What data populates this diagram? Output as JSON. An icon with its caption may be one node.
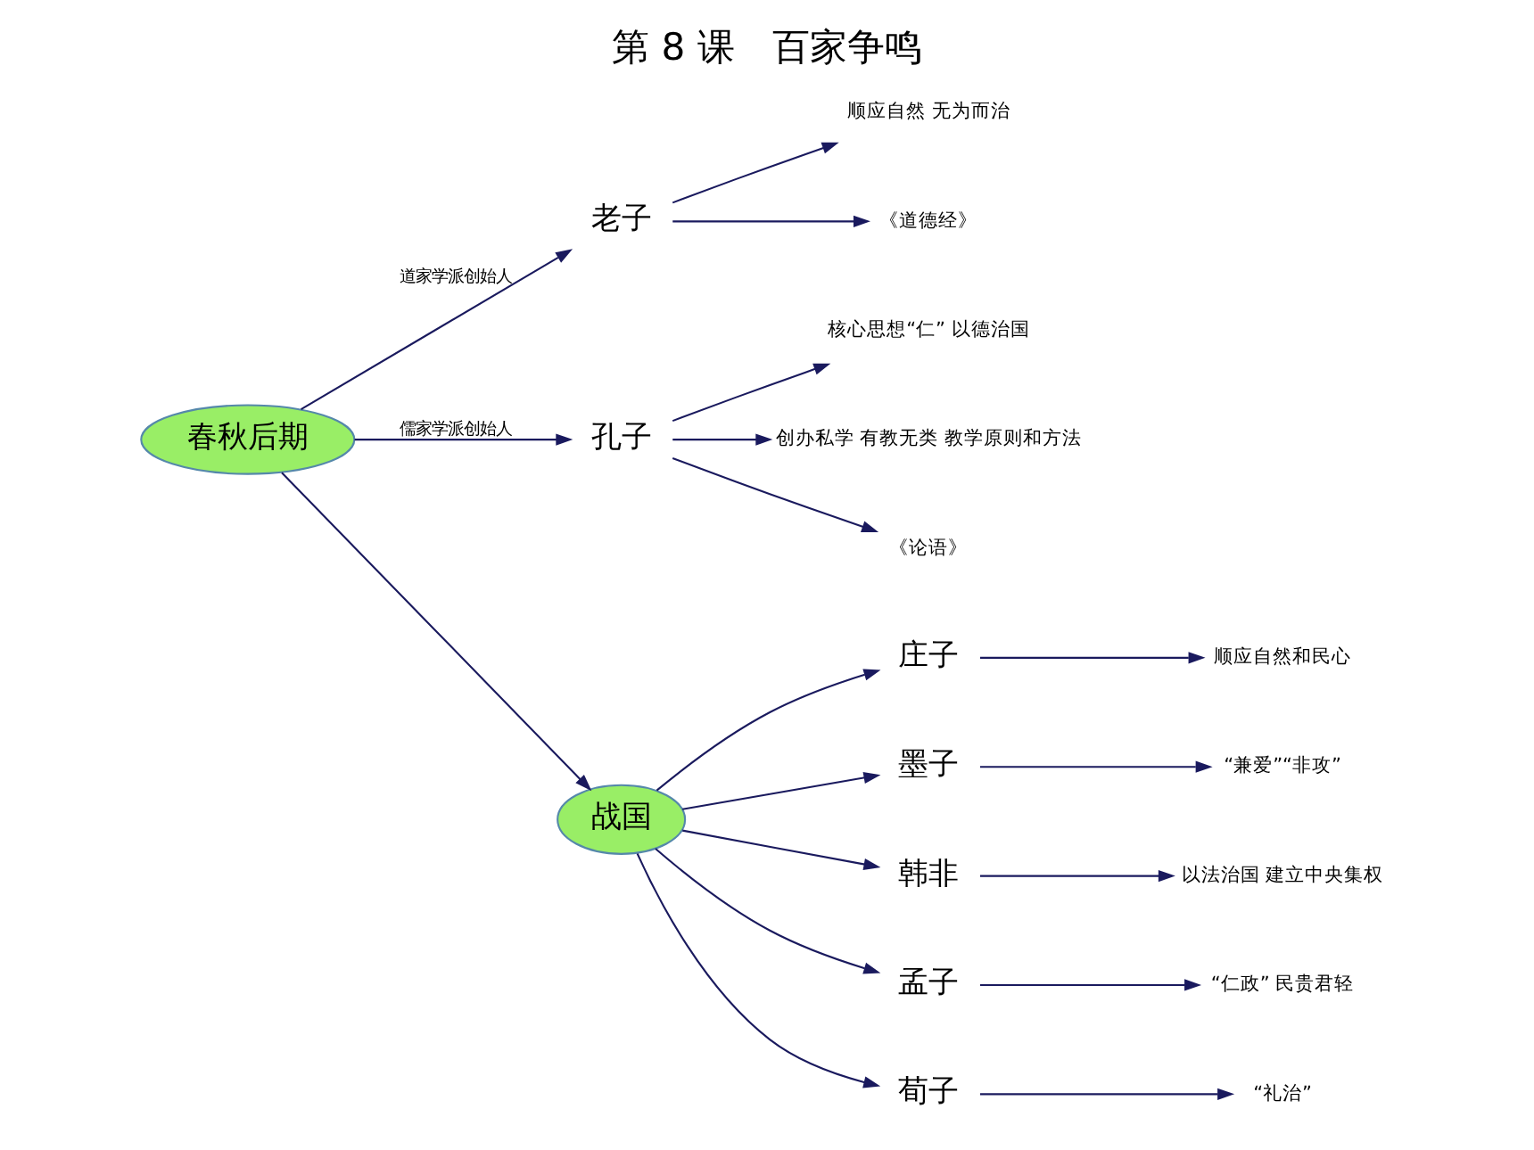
{
  "diagram": {
    "title": "第 8 课　百家争鸣",
    "nodes": [
      {
        "text": [
          "春秋后期"
        ]
      },
      {
        "text": [
          "老子"
        ]
      },
      {
        "text": [
          "顺应自然 无为而治"
        ]
      },
      {
        "text": [
          "《道德经》"
        ]
      },
      {
        "text": [
          "孔子"
        ]
      },
      {
        "text": [
          "核心思想“仁” 以德治国"
        ]
      },
      {
        "text": [
          "创办私学 有教无类 教学原则和方法"
        ]
      },
      {
        "text": [
          "《论语》"
        ]
      },
      {
        "text": [
          "战国"
        ]
      },
      {
        "text": [
          "庄子"
        ]
      },
      {
        "text": [
          "顺应自然和民心"
        ]
      },
      {
        "text": [
          "墨子"
        ]
      },
      {
        "text": [
          "“兼爱”“非攻”"
        ]
      },
      {
        "text": [
          "韩非"
        ]
      },
      {
        "text": [
          "以法治国 建立中央集权"
        ]
      },
      {
        "text": [
          "孟子"
        ]
      },
      {
        "text": [
          "“仁政” 民贵君轻"
        ]
      },
      {
        "text": [
          "荀子"
        ]
      },
      {
        "text": [
          "“礼治”"
        ]
      }
    ],
    "edges": [
      {
        "from": 0,
        "to": 1,
        "arrow": "to",
        "label": "道家学派创始人"
      },
      {
        "from": 1,
        "to": 2,
        "arrow": "to"
      },
      {
        "from": 1,
        "to": 3,
        "arrow": "to"
      },
      {
        "from": 0,
        "to": 4,
        "arrow": "to",
        "label": "儒家学派创始人"
      },
      {
        "from": 4,
        "to": 5,
        "arrow": "to"
      },
      {
        "from": 4,
        "to": 6,
        "arrow": "to"
      },
      {
        "from": 4,
        "to": 7,
        "arrow": "to"
      },
      {
        "from": 0,
        "to": 8,
        "arrow": "to"
      },
      {
        "from": 8,
        "to": 9,
        "arrow": "to"
      },
      {
        "from": 9,
        "to": 10,
        "arrow": "to"
      },
      {
        "from": 8,
        "to": 11,
        "arrow": "to"
      },
      {
        "from": 11,
        "to": 12,
        "arrow": "to"
      },
      {
        "from": 8,
        "to": 13,
        "arrow": "to"
      },
      {
        "from": 13,
        "to": 14,
        "arrow": "to"
      },
      {
        "from": 8,
        "to": 15,
        "arrow": "to"
      },
      {
        "from": 15,
        "to": 16,
        "arrow": "to"
      },
      {
        "from": 8,
        "to": 17,
        "arrow": "to"
      },
      {
        "from": 17,
        "to": 18,
        "arrow": "to"
      }
    ]
  }
}
